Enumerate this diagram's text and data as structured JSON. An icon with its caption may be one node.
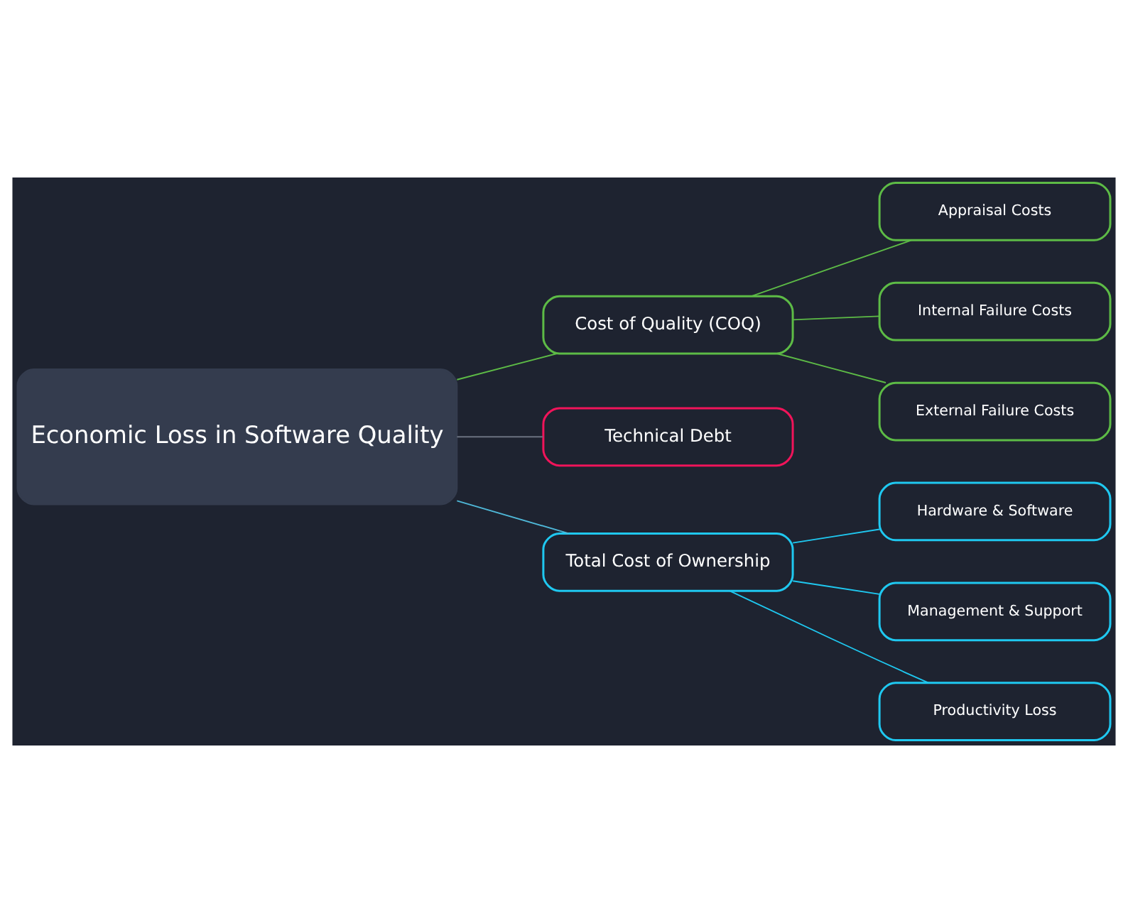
{
  "diagram": {
    "nodes": [
      {
        "text": [
          "Economic Loss in Software Quality"
        ]
      },
      {
        "text": [
          "Cost of Quality (COQ)"
        ]
      },
      {
        "text": [
          "Technical Debt"
        ]
      },
      {
        "text": [
          "Total Cost of Ownership"
        ]
      },
      {
        "text": [
          "Appraisal Costs"
        ]
      },
      {
        "text": [
          "Internal Failure Costs"
        ]
      },
      {
        "text": [
          "External Failure Costs"
        ]
      },
      {
        "text": [
          "Hardware & Software"
        ]
      },
      {
        "text": [
          "Management & Support"
        ]
      },
      {
        "text": [
          "Productivity Loss"
        ]
      }
    ],
    "edges": [
      {
        "from": 0,
        "to": 1,
        "arrow": "none",
        "color": "#5dbb46"
      },
      {
        "from": 0,
        "to": 2,
        "arrow": "none",
        "color": "#6b7280"
      },
      {
        "from": 0,
        "to": 3,
        "arrow": "none",
        "color": "#4fb8d8"
      },
      {
        "from": 1,
        "to": 4,
        "arrow": "none",
        "color": "#5dbb46"
      },
      {
        "from": 1,
        "to": 5,
        "arrow": "none",
        "color": "#5dbb46"
      },
      {
        "from": 1,
        "to": 6,
        "arrow": "none",
        "color": "#5dbb46"
      },
      {
        "from": 3,
        "to": 7,
        "arrow": "none",
        "color": "#1fc8f0"
      },
      {
        "from": 3,
        "to": 8,
        "arrow": "none",
        "color": "#1fc8f0"
      },
      {
        "from": 3,
        "to": 9,
        "arrow": "none",
        "color": "#1fc8f0"
      }
    ]
  }
}
